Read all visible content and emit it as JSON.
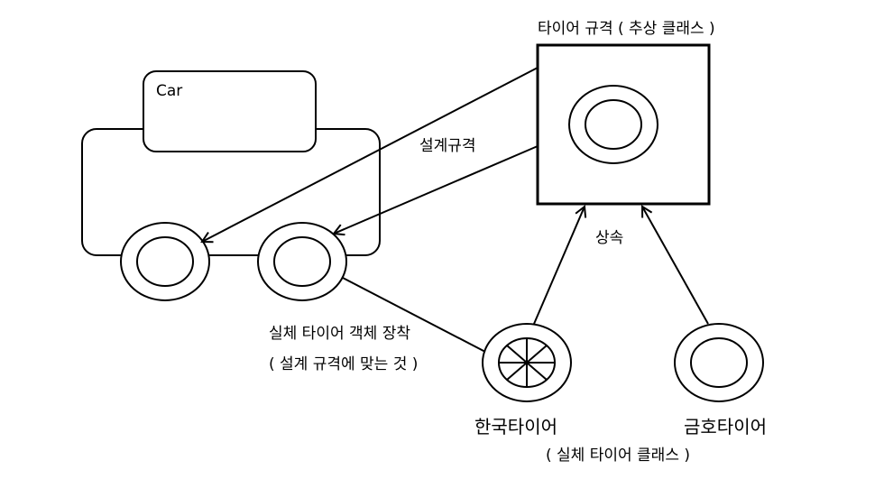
{
  "diagram": {
    "car_label": "Car",
    "tire_spec_label": "타이어 규격 ( 추상 클래스 )",
    "design_spec_label": "설계규격",
    "inherit_label": "상속",
    "mount_label_line1": "실체 타이어 객체 장착",
    "mount_label_line2": "( 설계 규격에 맞는 것 )",
    "hankook_label": "한국타이어",
    "kumho_label": "금호타이어",
    "concrete_class_label": "( 실체 타이어 클래스 )"
  }
}
